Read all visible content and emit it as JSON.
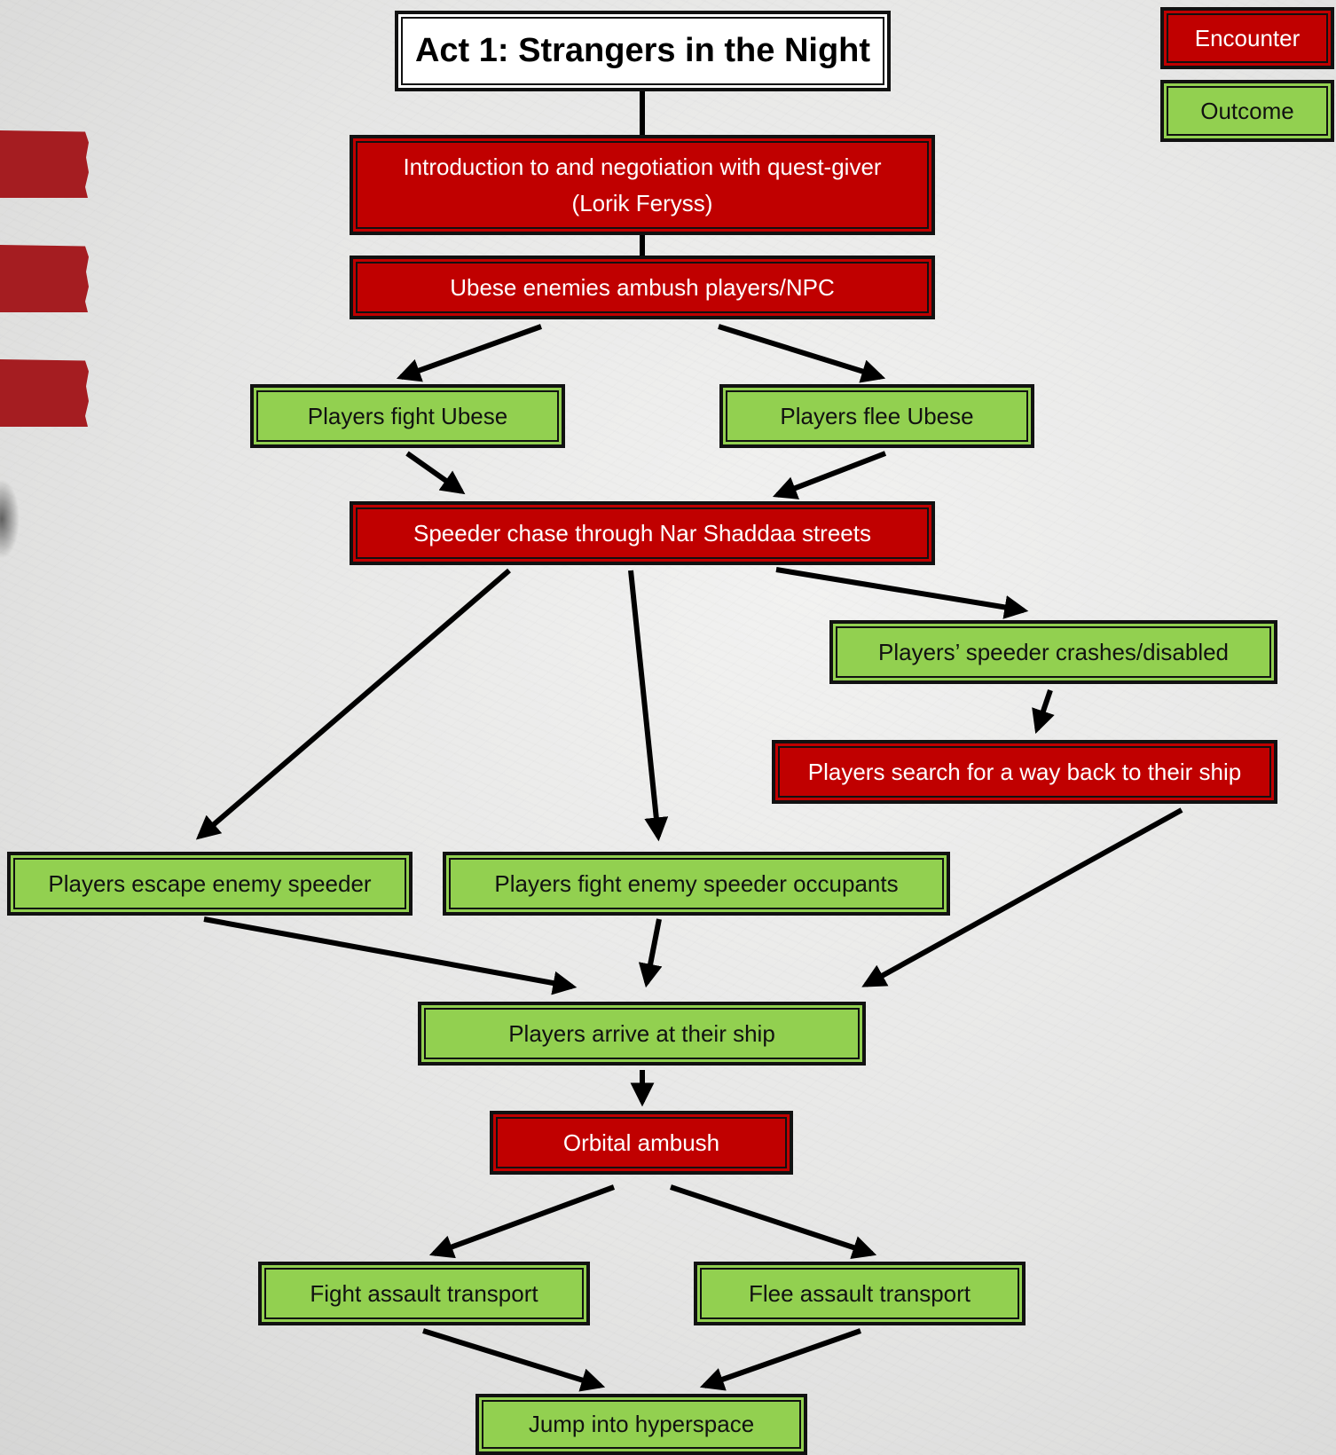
{
  "title": "Act 1: Strangers in the Night",
  "legend": {
    "encounter": "Encounter",
    "outcome": "Outcome"
  },
  "nodes": {
    "intro_line1": "Introduction to and negotiation with quest-giver",
    "intro_line2": "(Lorik Feryss)",
    "ambush": "Ubese enemies ambush players/NPC",
    "fight_ubese": "Players fight Ubese",
    "flee_ubese": "Players flee Ubese",
    "speeder_chase": "Speeder chase through Nar Shaddaa streets",
    "speeder_crash": "Players’ speeder crashes/disabled",
    "search_way": "Players search for a way back to their ship",
    "escape_speeder": "Players escape enemy speeder",
    "fight_occupants": "Players fight enemy speeder occupants",
    "arrive_ship": "Players arrive at their ship",
    "orbital_ambush": "Orbital ambush",
    "fight_transport": "Fight assault transport",
    "flee_transport": "Flee assault transport",
    "hyperspace": "Jump into hyperspace"
  },
  "colors": {
    "encounter": "#c00000",
    "outcome": "#92d050",
    "decor_tab": "#a51d21"
  }
}
